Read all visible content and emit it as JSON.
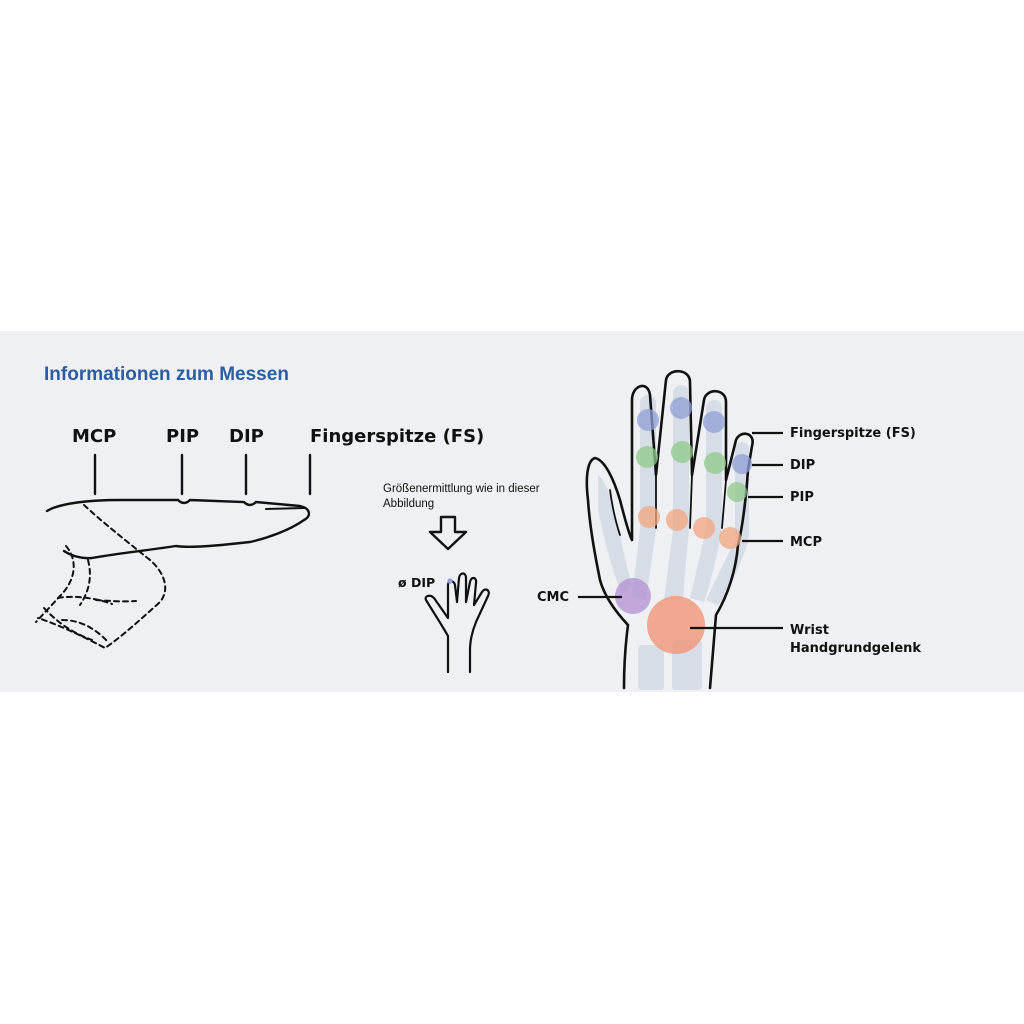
{
  "title": "Informationen zum Messen",
  "finger_labels": {
    "mcp": "MCP",
    "pip": "PIP",
    "dip": "DIP",
    "tip": "Fingerspitze (FS)"
  },
  "sizing_note": "Größenermittlung wie in dieser Abbildung",
  "dip_symbol_label": "ø DIP",
  "hand_labels": {
    "tip": "Fingerspitze (FS)",
    "dip": "DIP",
    "pip": "PIP",
    "mcp": "MCP",
    "cmc": "CMC",
    "wrist_en": "Wrist",
    "wrist_de": "Handgrundgelenk"
  },
  "colors": {
    "title": "#2c5da4",
    "band": "#eef0f3",
    "tip_joint": "#8f9fd6",
    "dip_joint": "#8fc98a",
    "mcp_joint": "#f2a67e",
    "cmc_joint": "#b28fd1",
    "wrist_joint": "#f29070"
  }
}
